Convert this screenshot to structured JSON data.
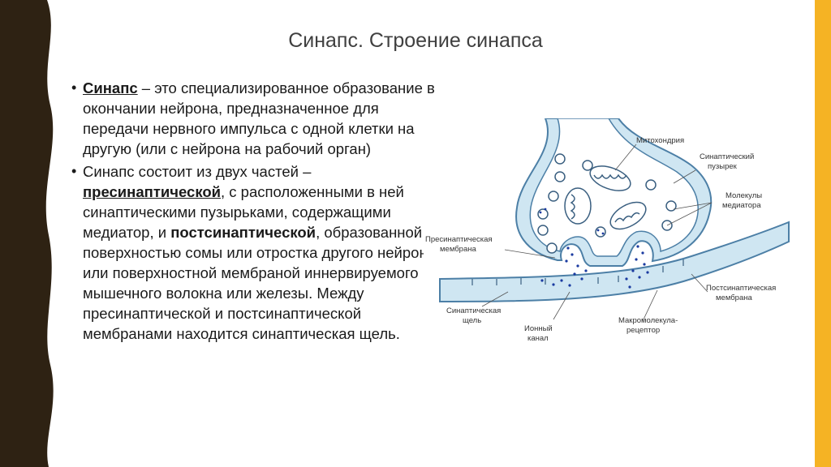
{
  "title": "Синапс. Строение синапса",
  "bullet1": {
    "term": "Синапс",
    "text": " – это специализированное образование в окончании нейрона, предназначенное для передачи нервного импульса с одной клетки на другую (или с нейрона на рабочий орган)"
  },
  "bullet2": {
    "intro": "Синапс состоит из двух частей – ",
    "term1": "пресинаптической",
    "mid": ", с расположенными в ней синаптическими пузырьками, содержащими медиатор, и ",
    "term2": "постсинаптической",
    "end": ", образованной поверхностью сомы или отростка другого нейрона или поверхностной мембраной иннервируемого мышечного волокна или железы. Между пресинаптической и постсинаптической мембранами находится синаптическая щель."
  },
  "diagram": {
    "labels": {
      "mitochondria": "Митохондрия",
      "vesicle_1": "Синаптический",
      "vesicle_2": "пузырек",
      "mediator_1": "Молекулы",
      "mediator_2": "медиатора",
      "presyn_1": "Пресинаптическая",
      "presyn_2": "мембрана",
      "postsyn_1": "Постсинаптическая",
      "postsyn_2": "мембрана",
      "cleft_1": "Синаптическая",
      "cleft_2": "щель",
      "channel_1": "Ионный",
      "channel_2": "канал",
      "receptor_1": "Макромолекула-",
      "receptor_2": "рецептор"
    }
  },
  "colors": {
    "accent_yellow": "#f5b324",
    "frame_dark": "#2e2213",
    "membrane_blue": "#cfe6f2",
    "membrane_stroke": "#4c7fa6",
    "dot_blue": "#1a3aa0"
  }
}
